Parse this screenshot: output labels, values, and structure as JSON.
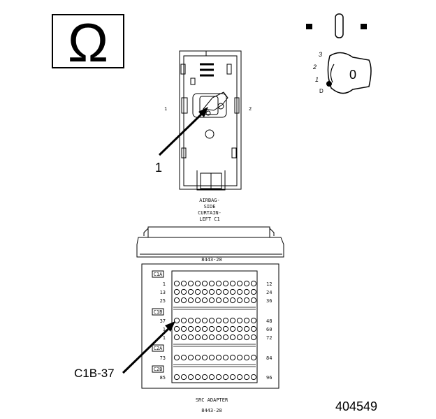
{
  "ohm_symbol": "Ω",
  "ignition": {
    "positions": [
      "3",
      "2",
      "1",
      "D"
    ],
    "key_label": "0"
  },
  "connector": {
    "pin_left": "1",
    "pin_right": "2",
    "callout": "1",
    "caption_lines": [
      "AIRBAG-",
      "SIDE",
      "CURTAIN-",
      "LEFT C1"
    ]
  },
  "adapter": {
    "part_top": "8443-28",
    "groups": [
      {
        "id": "C1A",
        "left": [
          "1",
          "13",
          "25"
        ],
        "right": [
          "12",
          "24",
          "36"
        ]
      },
      {
        "id": "C1B",
        "left": [
          "37",
          "1",
          "1"
        ],
        "right": [
          "48",
          "60",
          "72"
        ]
      },
      {
        "id": "C2A",
        "left": [
          "73"
        ],
        "right": [
          "84"
        ]
      },
      {
        "id": "C2B",
        "left": [
          "85"
        ],
        "right": [
          "96"
        ]
      }
    ],
    "caption": "SRC ADAPTER",
    "caption_part": "8443-28"
  },
  "callout_c1b": "C1B-37",
  "figure_number": "404549"
}
